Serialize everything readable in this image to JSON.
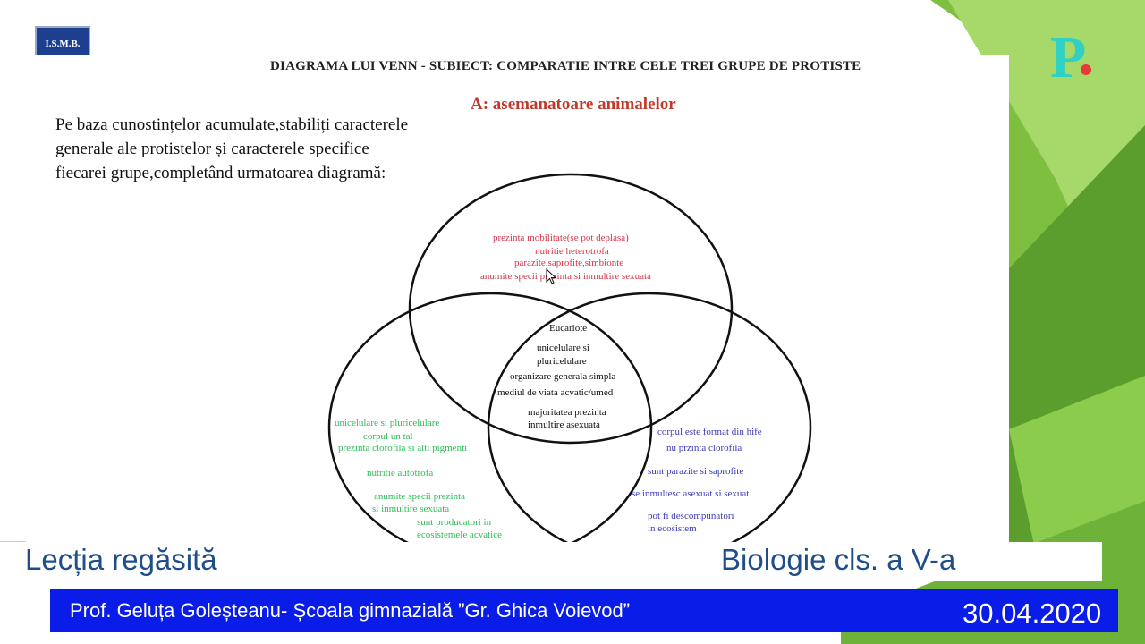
{
  "logo": {
    "text": "I.S.M.B."
  },
  "brand": {
    "letter": "P"
  },
  "diagram": {
    "title": "DIAGRAMA LUI VENN - SUBIECT: COMPARATIE INTRE CELE TREI GRUPE DE PROTISTE",
    "subtitle": "A: asemanatoare animalelor",
    "instructions": [
      "Pe baza cunostințelor acumulate,stabiliți caracterele",
      "generale ale protistelor și caracterele specifice",
      "fiecarei grupe,completând urmatoarea diagramă:"
    ],
    "top_circle": [
      "prezinta mobilitate(se pot deplasa)",
      "nutritie heterotrofa",
      "parazite,saprofite,simbionte",
      "anumite specii prezinta si  inmultire sexuata"
    ],
    "center": [
      "Eucariote",
      "unicelulare si",
      "pluricelulare",
      "organizare generala simpla",
      "mediul de viata acvatic/umed",
      "majoritatea prezinta",
      "inmultire asexuata"
    ],
    "left_circle": [
      "unicelulare si pluricelulare",
      "corpul un tal",
      "prezinta clorofila si alti pigmenti",
      "nutritie autotrofa",
      "anumite specii prezinta",
      "si inmultire sexuata",
      "sunt producatori in",
      "ecosistemele acvatice"
    ],
    "right_circle": [
      "corpul este format din hife",
      "nu przinta clorofila",
      "sunt parazite si saprofite",
      "se inmultesc asexuat si sexuat",
      "pot fi descompunatori",
      "in ecosistem"
    ]
  },
  "footer": {
    "lesson": "Lecția regăsită",
    "class_label": "Biologie cls. a V-a",
    "teacher": "Prof. Geluța Goleșteanu- Școala gimnazială ”Gr. Ghica Voievod”",
    "date": "30.04.2020"
  },
  "colors": {
    "top_text": "#d6344a",
    "left_text": "#2dbb56",
    "right_text": "#3a39b5",
    "footer_bar": "#0a1ce8",
    "footer_text": "#1f4e8a"
  }
}
